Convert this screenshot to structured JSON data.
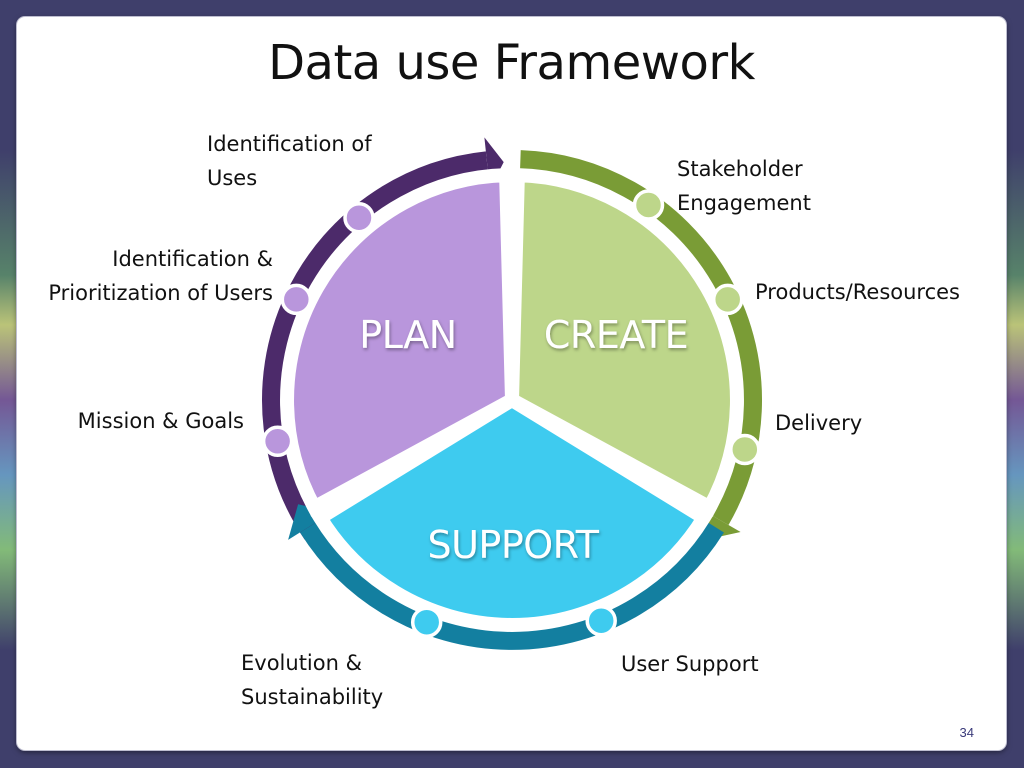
{
  "slide": {
    "title": "Data use Framework",
    "page_number": "34"
  },
  "segments": {
    "plan": {
      "label": "PLAN",
      "color": "#b996dc",
      "arc_color": "#4c2a6a",
      "dot_color": "#b996dc"
    },
    "create": {
      "label": "CREATE",
      "color": "#bdd68a",
      "arc_color": "#7a9c36",
      "dot_color": "#bdd68a"
    },
    "support": {
      "label": "SUPPORT",
      "color": "#3ecbef",
      "arc_color": "#137fa0",
      "dot_color": "#3ecbef"
    }
  },
  "labels": {
    "identification_of_uses": "Identification of\nUses",
    "identification_prioritization": "Identification &\nPrioritization of Users",
    "mission_goals": "Mission & Goals",
    "stakeholder_engagement": "Stakeholder\nEngagement",
    "products_resources": "Products/Resources",
    "delivery": "Delivery",
    "evolution_sustainability": "Evolution &\nSustainability",
    "user_support": "User Support"
  }
}
